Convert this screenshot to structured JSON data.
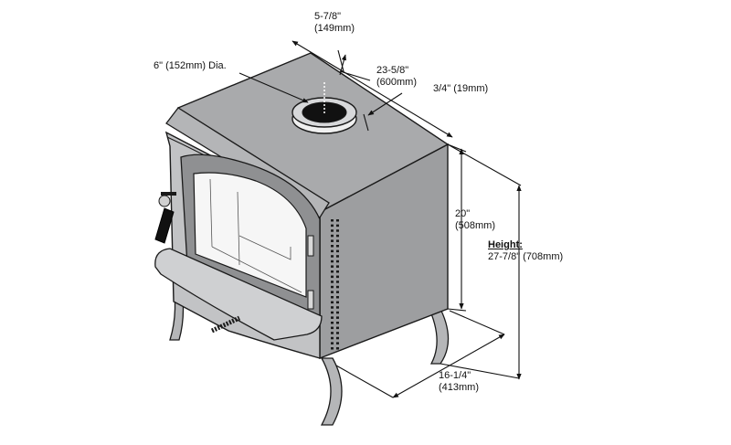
{
  "dimensions": {
    "top_offset": {
      "imperial": "5-7/8\"",
      "metric": "(149mm)"
    },
    "flue": {
      "text": "6\" (152mm) Dia."
    },
    "depth_to_flue": {
      "imperial": "23-5/8\"",
      "metric": "(600mm)"
    },
    "collar": {
      "text": "3/4\" (19mm)"
    },
    "side_height": {
      "imperial": "20\"",
      "metric": "(508mm)"
    },
    "height": {
      "label": "Height:",
      "value": "27-7/8\" (708mm)"
    },
    "width": {
      "imperial": "16-1/4\"",
      "metric": "(413mm)"
    }
  },
  "colors": {
    "stove_top": "#a9aaac",
    "stove_side": "#9d9ea0",
    "stove_front": "#c2c3c5",
    "outline": "#1a1a1a"
  }
}
